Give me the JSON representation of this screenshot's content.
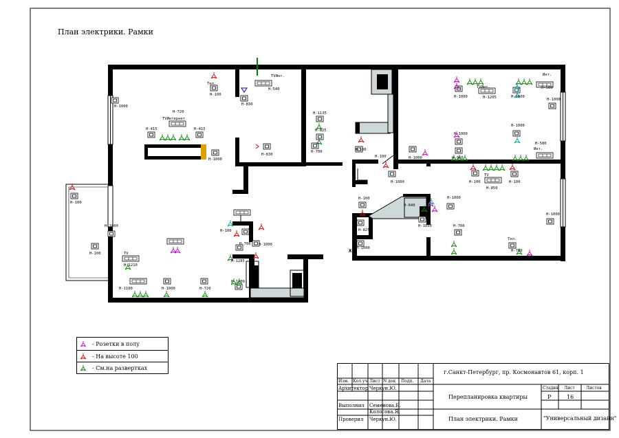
{
  "title": "План электрики. Рамки",
  "legend": [
    {
      "label": "- Розетки в полу",
      "color": "#c000c0"
    },
    {
      "label": "- На высоте 100",
      "color": "#d00000"
    },
    {
      "label": "- См.на развертках",
      "color": "#008000"
    }
  ],
  "stamp": {
    "address": "г.Санкт-Петербург, пр. Космонавтов 61, корп. 1",
    "header_cols": [
      "Изм.",
      "Кол.уч",
      "Лист",
      "N док",
      "Подп.",
      "Дата"
    ],
    "roles": [
      {
        "role": "Архитектор",
        "name": "Черкун.Ю."
      },
      {
        "role": "Выполнил",
        "name": "Семенова.Е."
      },
      {
        "role": "",
        "name": "Колосова.Я."
      },
      {
        "role": "Проверил",
        "name": "Черкун.Ю."
      }
    ],
    "project": "Перепланировка квартиры",
    "sheet_title": "План электрики. Рамки",
    "company": "\"Универсальный дизайн\"",
    "stage_label": "Стадия",
    "sheet_label": "Лист",
    "sheets_label": "Листов",
    "stage": "Р",
    "sheet": "16",
    "sheets": ""
  },
  "labels": {
    "l1": "TVИнт.",
    "l2": "Н-540",
    "l3": "Тел.",
    "l4": "Н-100",
    "l5": "Н-830",
    "l6": "Н-1000",
    "l7": "Н-720",
    "l8": "TVИнтернет",
    "l9": "Н-415",
    "l10": "Н-415",
    "l11": "Н-1000",
    "l12": "Н-830",
    "l13": "Н-1135",
    "l14": "Н-825",
    "l15": "Н-700",
    "l16": "Н-100",
    "l17": "Н-100",
    "l18": "Н-1000",
    "l19": "Н-100",
    "l20": "TVИнт.",
    "l21": "Н-1205",
    "l22": "Н-1000",
    "l23": "Н-1000",
    "l24": "Инт.",
    "l25": "Н-580",
    "l26": "Н-1000",
    "l27": "Н-1000",
    "l28": "Н-1000",
    "l29": "Н-960",
    "l30": "Н-580",
    "l31": "Инт.",
    "l32": "Н-1000",
    "l33": "Н-100",
    "l34": "TV",
    "l35": "Н-850",
    "l36": "Н-100",
    "l37": "Н-1000",
    "l38": "Н-100",
    "l39": "TV",
    "l40": "Н-1210",
    "l41": "Н-1100",
    "l42": "Н-1000",
    "l43": "Н-720",
    "l44": "Н-100",
    "l45": "Н-700",
    "l46": "Н-1000",
    "l47": "Н-1285",
    "l48": "Н-1100",
    "l49": "Н-100",
    "l50": "Н-825",
    "l51": "Н-1000",
    "l52": "Н-640",
    "l53": "Н-1050",
    "l54": "Н-1000",
    "l55": "Н-700",
    "l56": "Тел.",
    "l57": "Н-700",
    "l58": "Н-1000",
    "l59": "Ж",
    "l60": "Н-1000"
  }
}
